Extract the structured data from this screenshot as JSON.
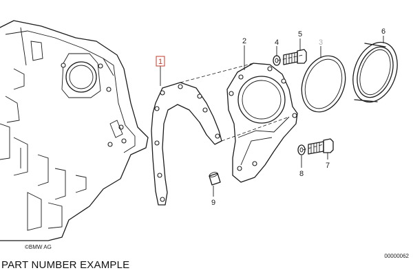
{
  "diagram": {
    "callouts": [
      {
        "id": "1",
        "label": "1",
        "highlighted": true
      },
      {
        "id": "2",
        "label": "2"
      },
      {
        "id": "3",
        "label": "3",
        "dimmed": true
      },
      {
        "id": "4",
        "label": "4"
      },
      {
        "id": "5",
        "label": "5"
      },
      {
        "id": "6",
        "label": "6"
      },
      {
        "id": "7",
        "label": "7"
      },
      {
        "id": "8",
        "label": "8"
      },
      {
        "id": "9",
        "label": "9"
      }
    ],
    "copyright": "©BMW AG",
    "drawing_code": "00000062",
    "caption": "PART NUMBER EXAMPLE"
  },
  "colors": {
    "line": "#1a1a1a",
    "highlight": "#c0392b",
    "dimmed": "#b0b0b0",
    "background": "#ffffff"
  }
}
